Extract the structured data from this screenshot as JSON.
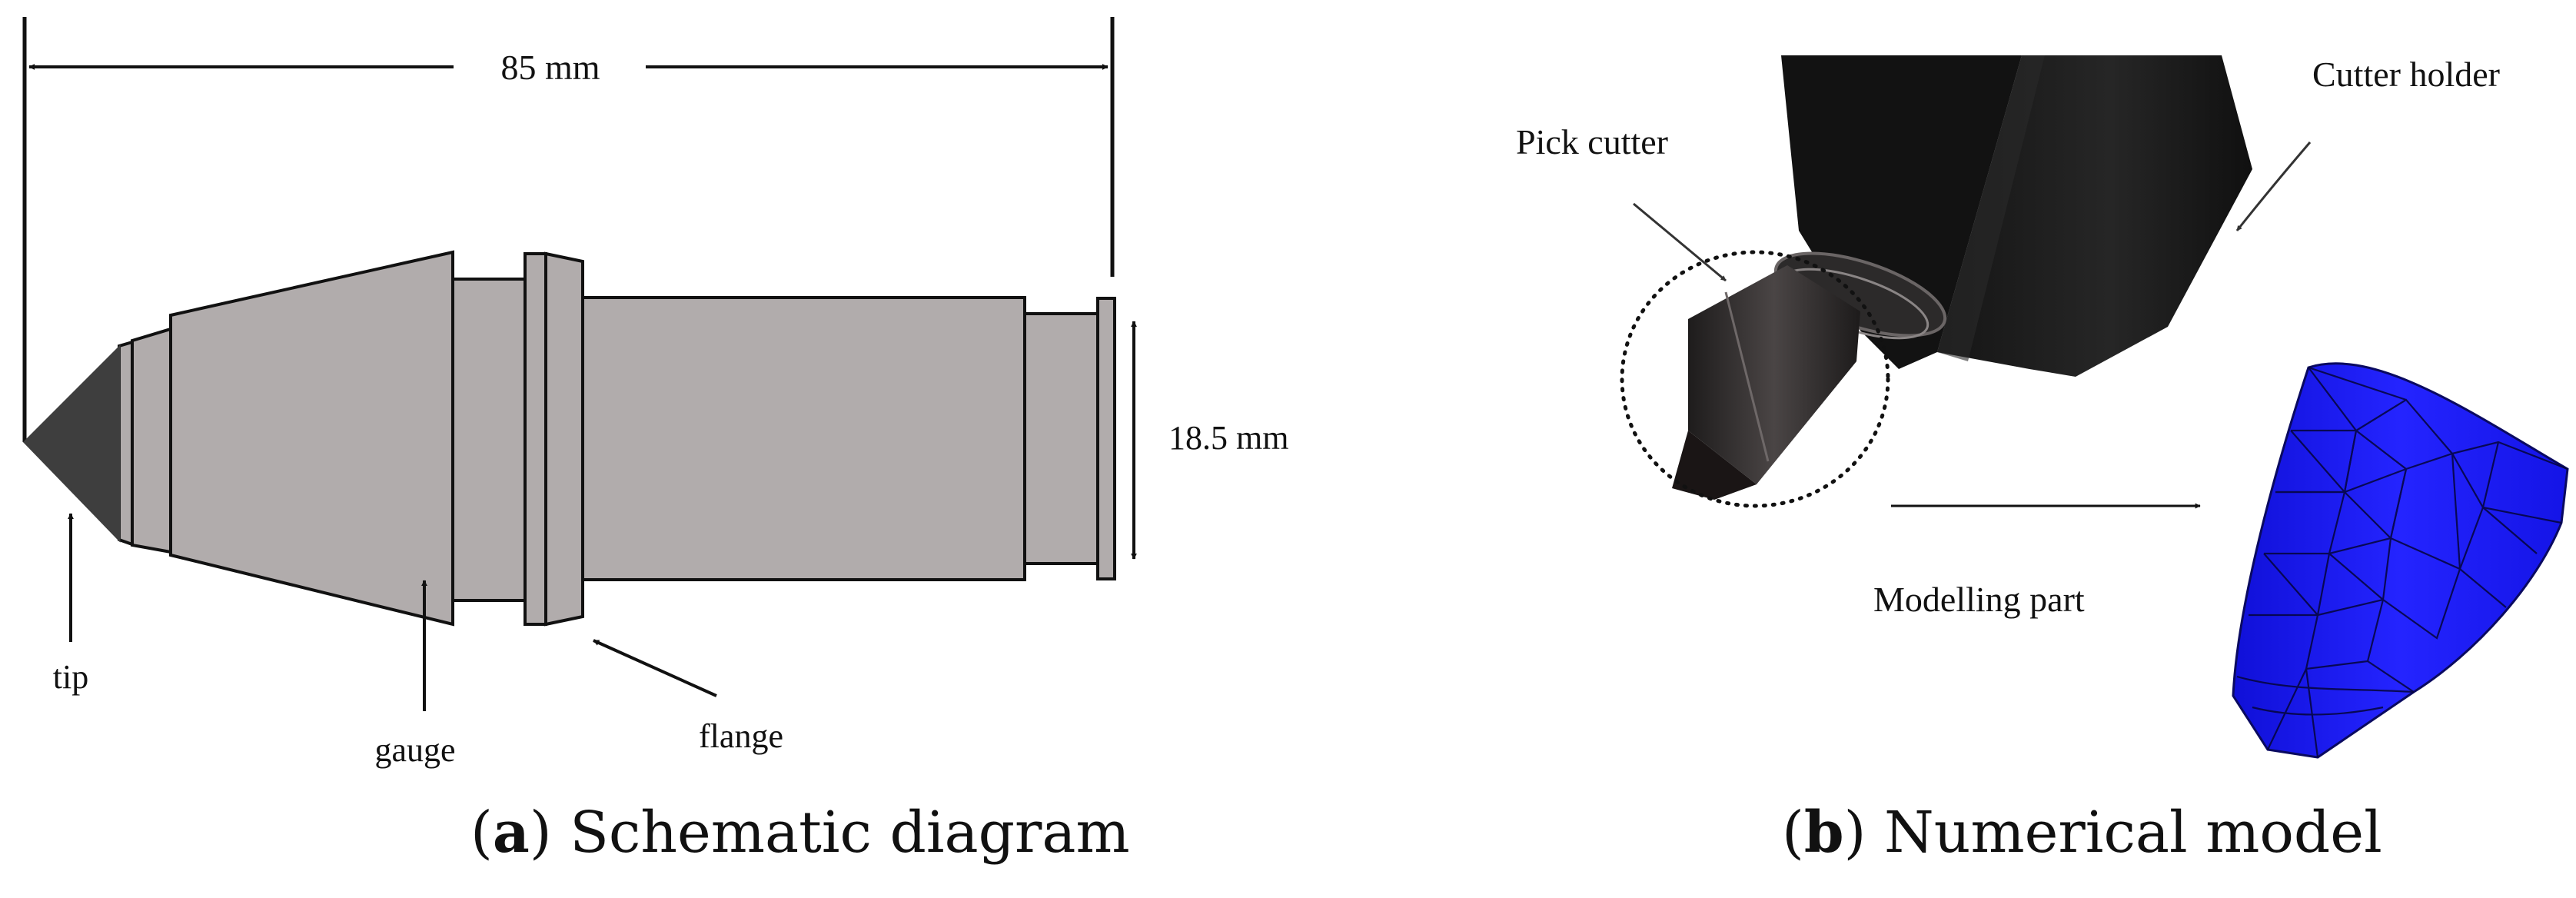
{
  "panel_a": {
    "caption_letter": "a",
    "caption_text": "Schematic diagram",
    "dim_length": "85 mm",
    "dim_diameter": "18.5 mm",
    "label_tip": "tip",
    "label_gauge": "gauge",
    "label_flange": "flange"
  },
  "panel_b": {
    "caption_letter": "b",
    "caption_text": "Numerical model",
    "label_pick_cutter": "Pick cutter",
    "label_cutter_holder": "Cutter holder",
    "label_modelling_part": "Modelling part"
  },
  "colors": {
    "body_gray": "#b1acac",
    "tip_dark": "#3e3e3e",
    "mesh_blue": "#1f1fff"
  }
}
